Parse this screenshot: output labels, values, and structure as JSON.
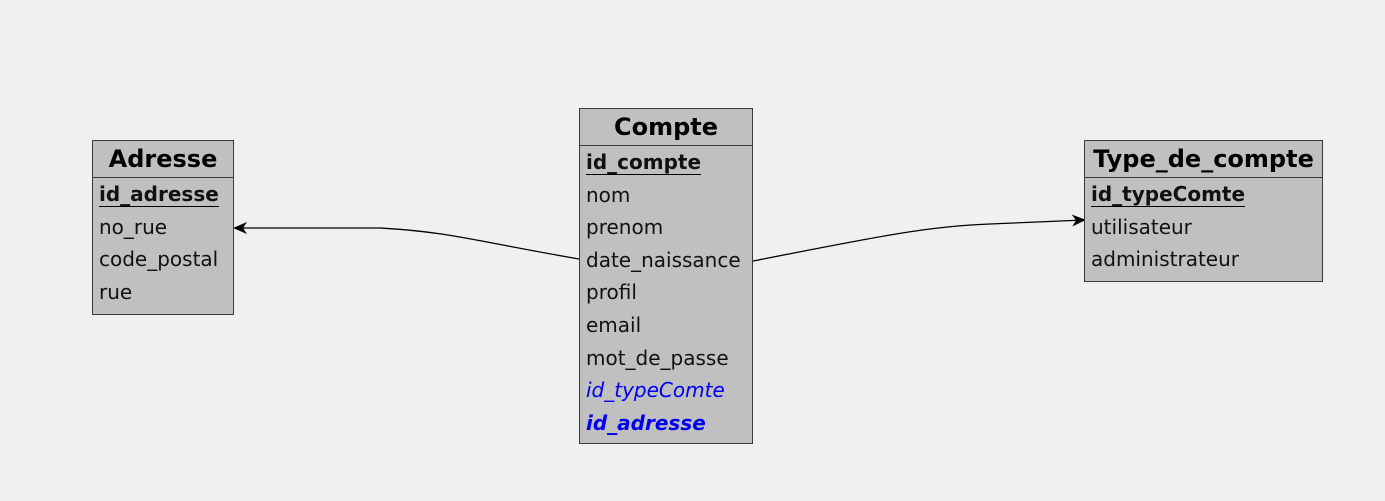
{
  "colors": {
    "background": "#f0f0f0",
    "entity_fill": "#c0c0c0",
    "foreign_key": "#0000ee"
  },
  "entities": {
    "adresse": {
      "title": "Adresse",
      "attributes": [
        "id_adresse",
        "no_rue",
        "code_postal",
        "rue"
      ]
    },
    "compte": {
      "title": "Compte",
      "attributes": [
        "id_compte",
        "nom",
        "prenom",
        "date_naissance",
        "profil",
        "email",
        "mot_de_passe",
        "id_typeComte",
        "id_adresse"
      ]
    },
    "type_de_compte": {
      "title": "Type_de_compte",
      "attributes": [
        "id_typeComte",
        "utilisateur",
        "administrateur"
      ]
    }
  }
}
